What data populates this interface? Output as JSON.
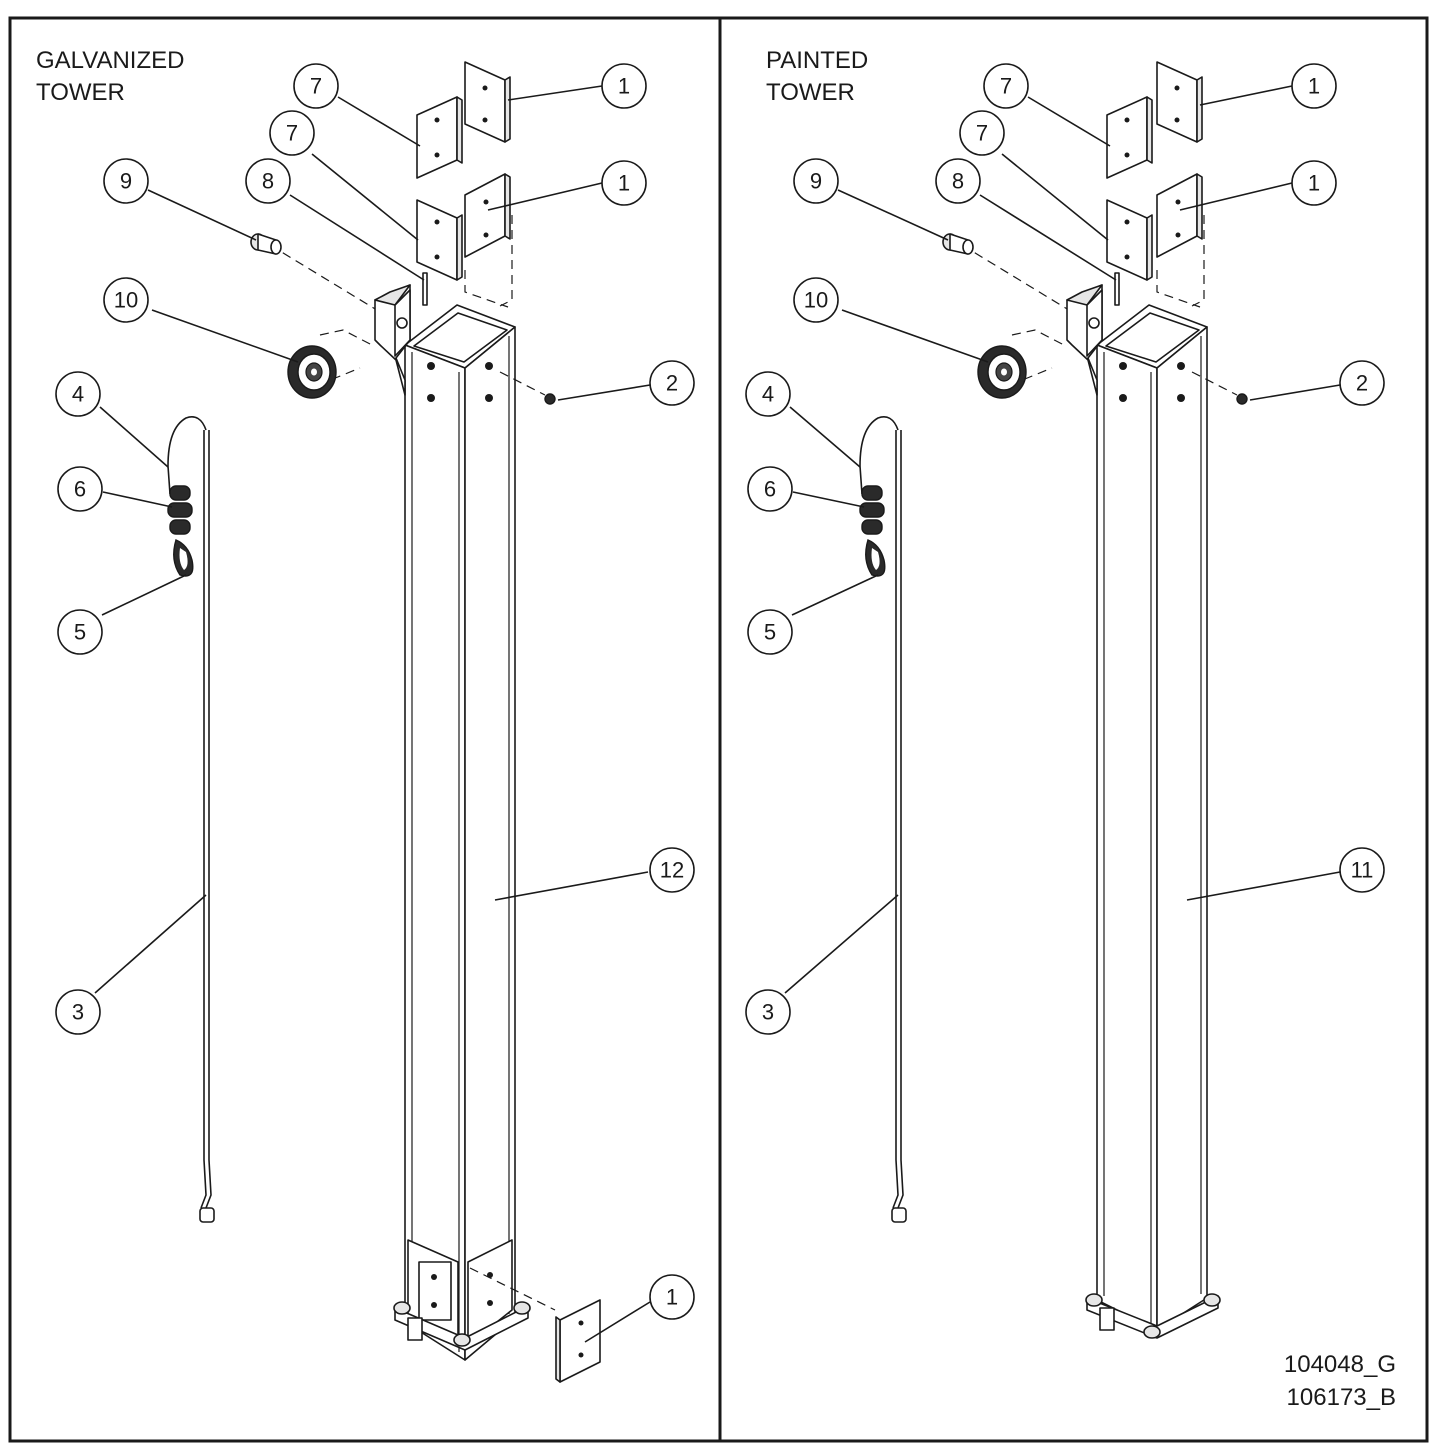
{
  "panels": [
    {
      "title_lines": [
        "GALVANIZED",
        "TOWER"
      ],
      "callouts": {
        "plate_top": "1",
        "plate_mid": "1",
        "plate_bottom": "1",
        "screw": "2",
        "cable": "3",
        "thimble": "4",
        "hook": "5",
        "clamps": "6",
        "spacer_top": "7",
        "spacer_mid": "7",
        "pin": "8",
        "bolt": "9",
        "pulley": "10",
        "tower": "12"
      }
    },
    {
      "title_lines": [
        "PAINTED",
        "TOWER"
      ],
      "callouts": {
        "plate_top": "1",
        "plate_mid": "1",
        "screw": "2",
        "cable": "3",
        "thimble": "4",
        "hook": "5",
        "clamps": "6",
        "spacer_top": "7",
        "spacer_mid": "7",
        "pin": "8",
        "bolt": "9",
        "pulley": "10",
        "tower": "11"
      }
    }
  ],
  "drawing_numbers": [
    "104048_G",
    "106173_B"
  ]
}
